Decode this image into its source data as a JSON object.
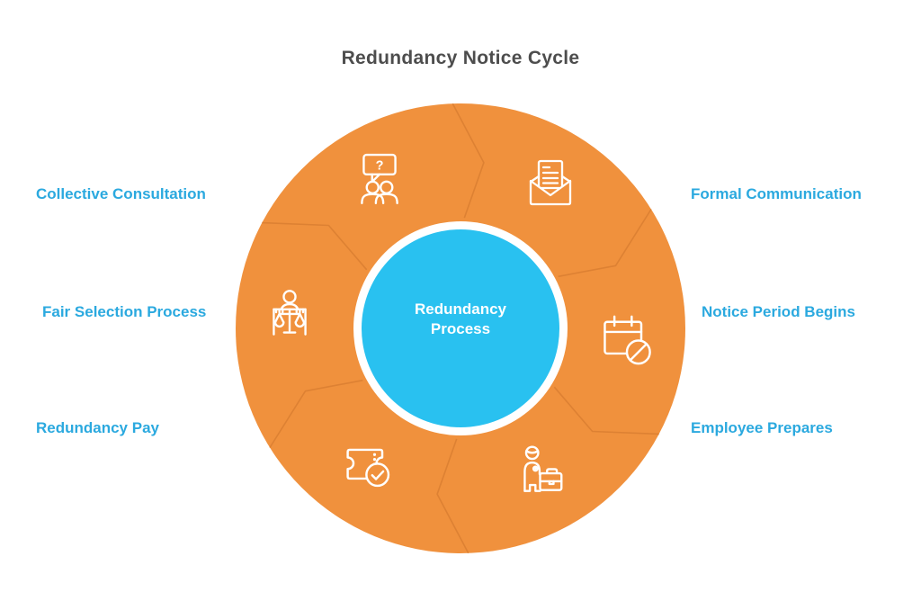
{
  "title": "Redundancy Notice Cycle",
  "center": {
    "label": "Redundancy Process"
  },
  "steps": [
    {
      "label": "Formal Communication",
      "icon": "open-envelope-letter-icon"
    },
    {
      "label": "Notice Period Begins",
      "icon": "calendar-blocked-icon"
    },
    {
      "label": "Employee Prepares",
      "icon": "person-briefcase-icon"
    },
    {
      "label": "Redundancy Pay",
      "icon": "ticket-check-icon"
    },
    {
      "label": "Fair Selection Process",
      "icon": "person-scales-icon"
    },
    {
      "label": "Collective Consultation",
      "icon": "people-question-icon"
    }
  ],
  "colors": {
    "ring_orange": "#f0913d",
    "segment_divider": "#dd8133",
    "center_blue": "#29c1f0",
    "inner_ring_white": "#ffffff",
    "label_blue": "#2ba9df",
    "title_gray": "#4d4d4d",
    "icon_white": "#ffffff",
    "background": "#ffffff"
  }
}
